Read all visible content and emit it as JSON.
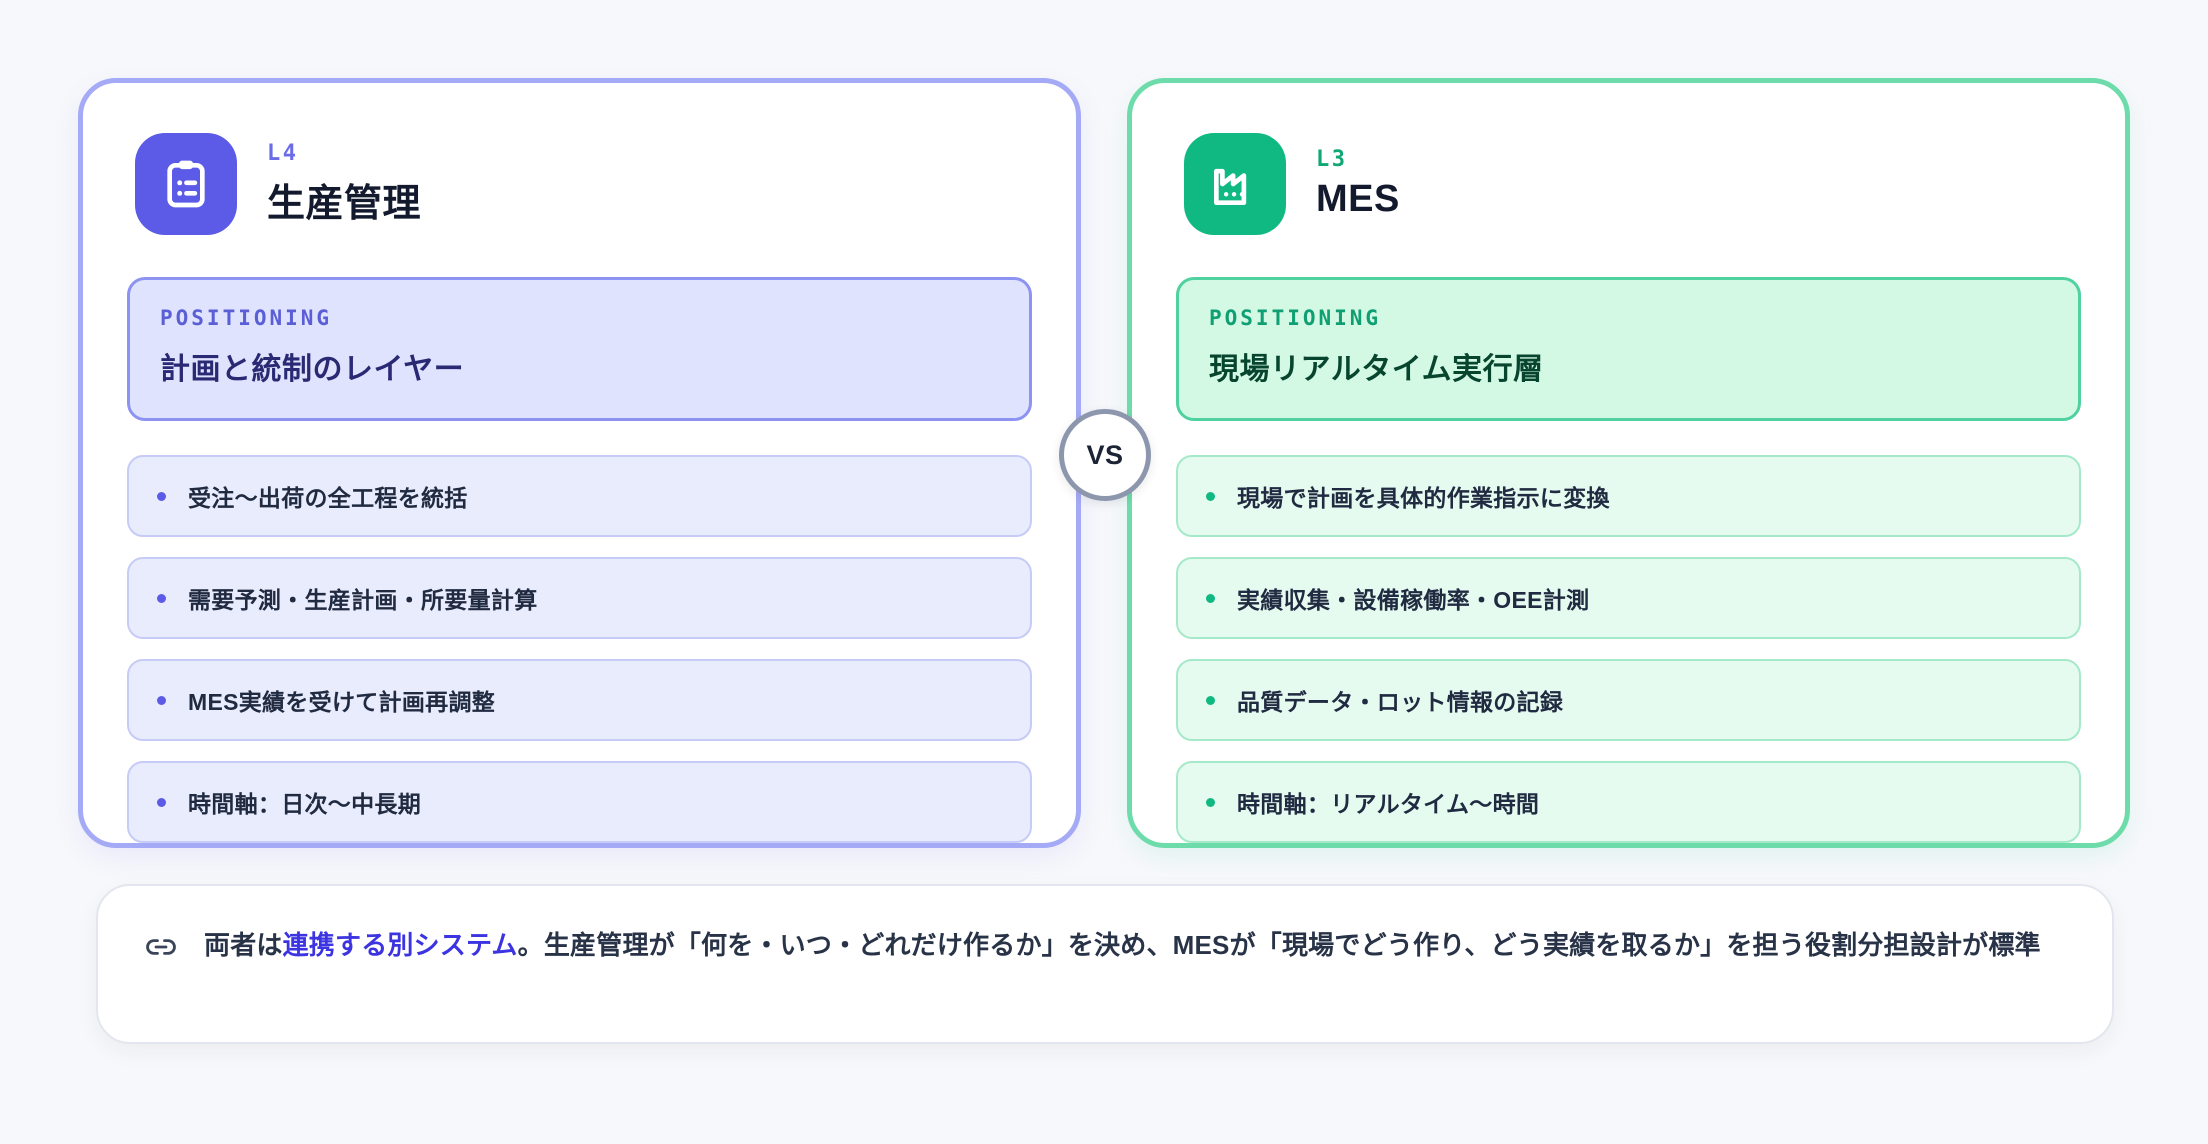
{
  "background_color": "#f7f8fb",
  "vs_badge": {
    "label": "VS"
  },
  "cards": [
    {
      "side": "left",
      "accent_color": "#5b5be8",
      "border_color": "#a5aaf6",
      "icon": "clipboard-list-icon",
      "level": "L4",
      "title": "生産管理",
      "positioning": {
        "label": "POSITIONING",
        "value": "計画と統制のレイヤー"
      },
      "features": [
        "受注〜出荷の全工程を統括",
        "需要予測・生産計画・所要量計算",
        "MES実績を受けて計画再調整",
        "時間軸：日次〜中長期"
      ]
    },
    {
      "side": "right",
      "accent_color": "#10b981",
      "border_color": "#6ddcaa",
      "icon": "factory-icon",
      "level": "L3",
      "title": "MES",
      "positioning": {
        "label": "POSITIONING",
        "value": "現場リアルタイム実行層"
      },
      "features": [
        "現場で計画を具体的作業指示に変換",
        "実績収集・設備稼働率・OEE計測",
        "品質データ・ロット情報の記録",
        "時間軸：リアルタイム〜時間"
      ]
    }
  ],
  "footer_note": {
    "icon": "link-icon",
    "text_before": "両者は",
    "highlight": "連携する別システム",
    "highlight_color": "#3b34e0",
    "text_after": "。生産管理が「何を・いつ・どれだけ作るか」を決め、MESが「現場でどう作り、どう実績を取るか」を担う役割分担設計が標準"
  }
}
